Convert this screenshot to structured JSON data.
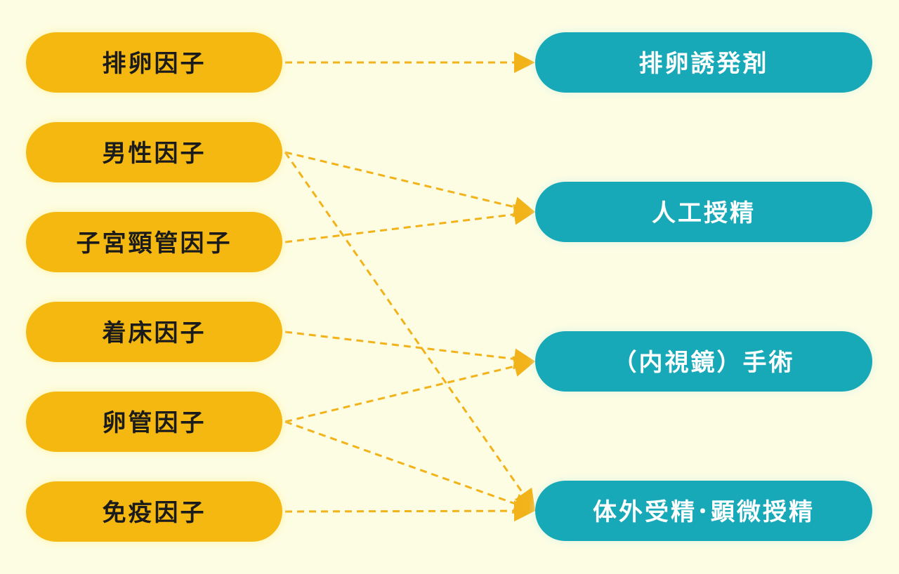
{
  "colors": {
    "background": "#fdfde3",
    "cause_fill": "#f5b811",
    "treatment_fill": "#17a9b7",
    "arrow": "#f2b21a"
  },
  "causes": [
    {
      "id": "ovulation",
      "label": "排卵因子"
    },
    {
      "id": "male",
      "label": "男性因子"
    },
    {
      "id": "cervical",
      "label": "子宮頸管因子"
    },
    {
      "id": "implantation",
      "label": "着床因子"
    },
    {
      "id": "tubal",
      "label": "卵管因子"
    },
    {
      "id": "immune",
      "label": "免疫因子"
    }
  ],
  "treatments": [
    {
      "id": "ovulation-induction",
      "label": "排卵誘発剤"
    },
    {
      "id": "artificial-insemination",
      "label": "人工授精"
    },
    {
      "id": "endoscopic-surgery",
      "label": "（内視鏡）手術"
    },
    {
      "id": "ivf-icsi",
      "label": "体外受精･顕微授精"
    }
  ],
  "links": [
    {
      "from": "ovulation",
      "to": "ovulation-induction"
    },
    {
      "from": "male",
      "to": "artificial-insemination"
    },
    {
      "from": "male",
      "to": "ivf-icsi"
    },
    {
      "from": "cervical",
      "to": "artificial-insemination"
    },
    {
      "from": "implantation",
      "to": "endoscopic-surgery"
    },
    {
      "from": "tubal",
      "to": "endoscopic-surgery"
    },
    {
      "from": "tubal",
      "to": "ivf-icsi"
    },
    {
      "from": "immune",
      "to": "ivf-icsi"
    }
  ]
}
